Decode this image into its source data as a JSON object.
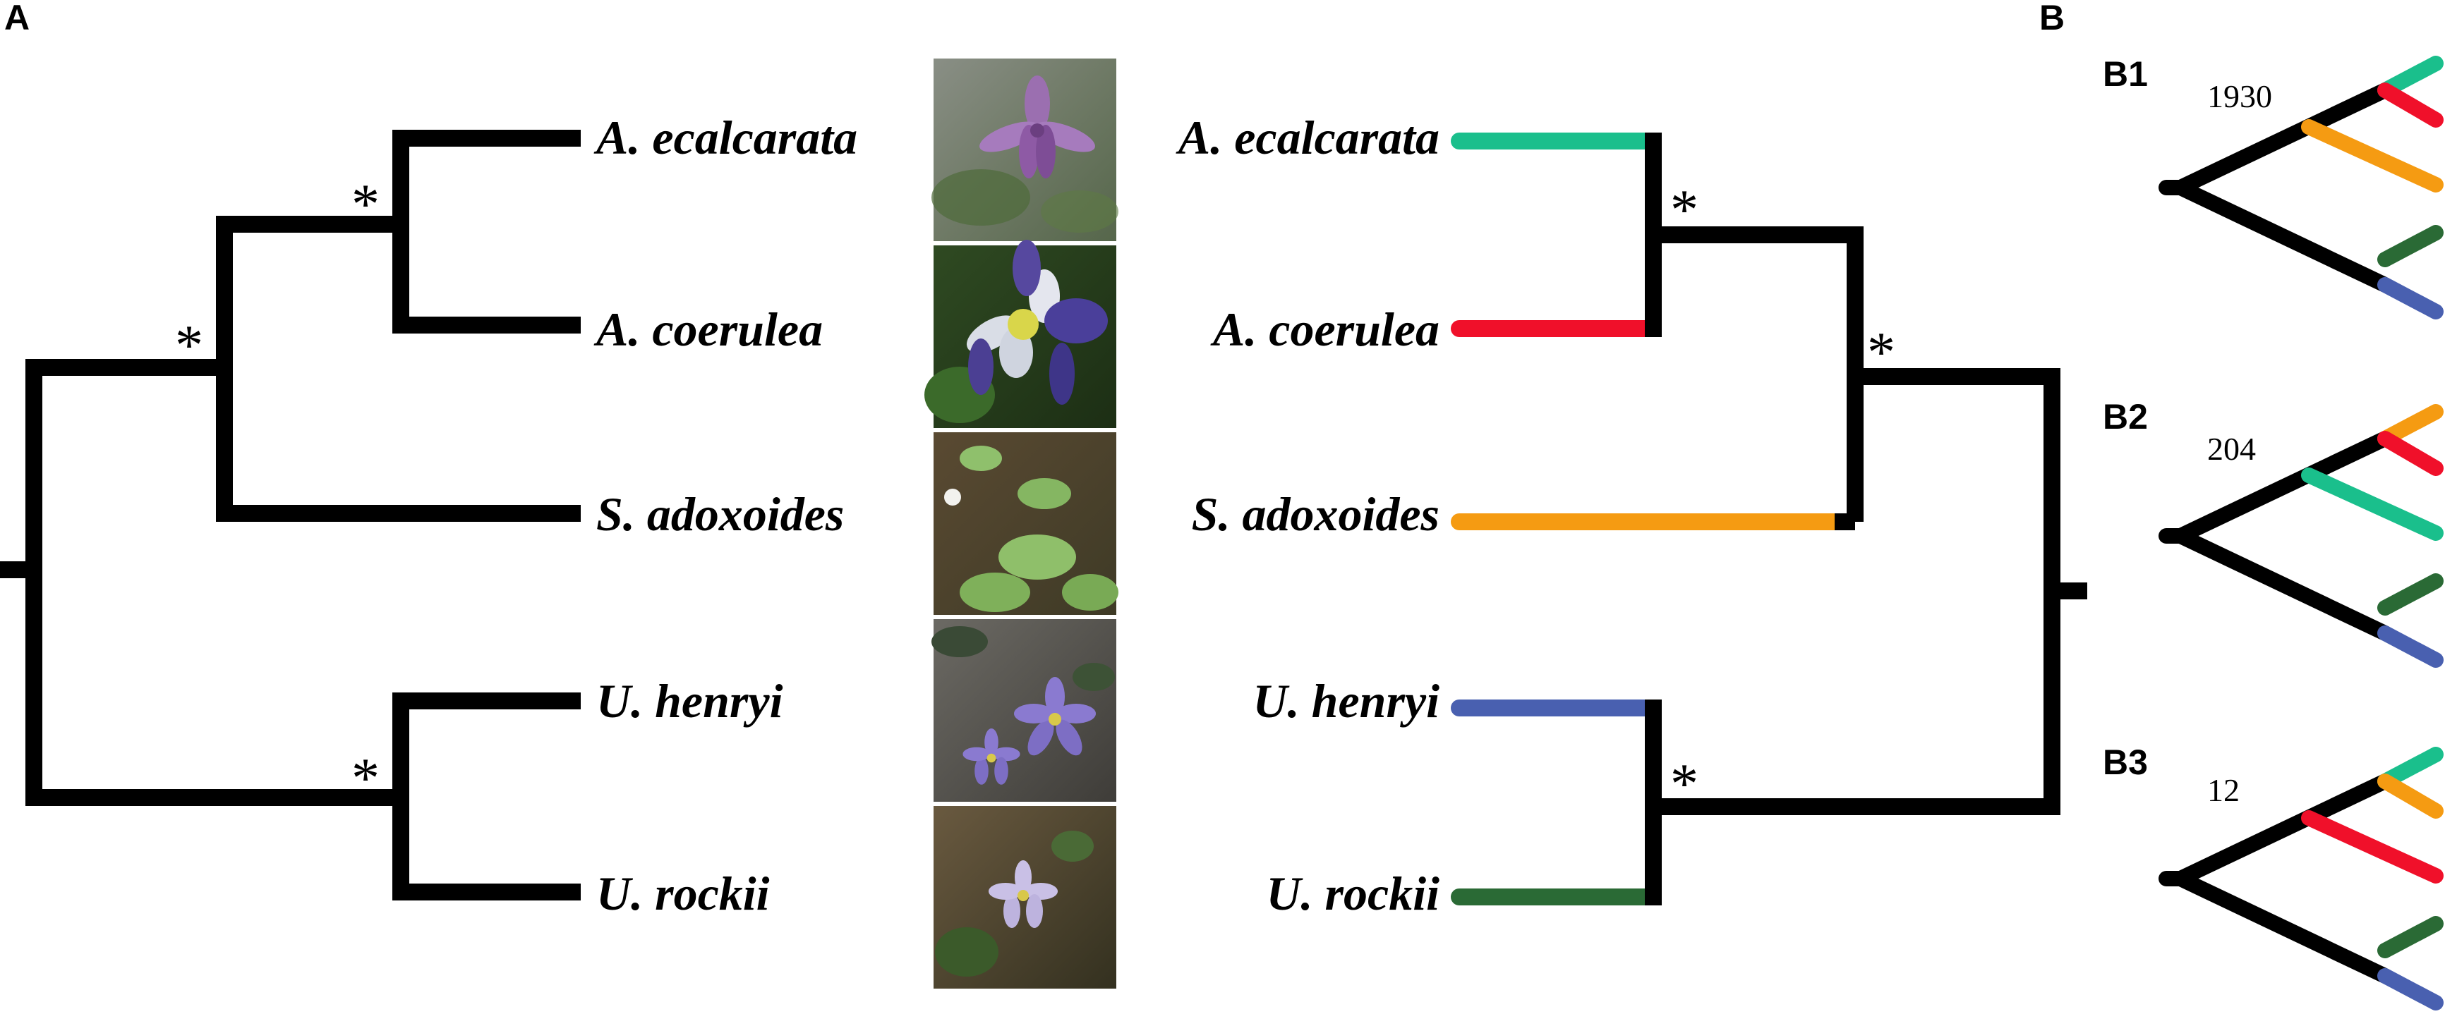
{
  "panel_labels": {
    "a": "A",
    "b": "B"
  },
  "taxa": [
    {
      "name": "A. ecalcarata",
      "color": "#1ABF8C",
      "photo": "purple-spurless-columbine"
    },
    {
      "name": "A. coerulea",
      "color": "#F0102A",
      "photo": "blue-white-columbine"
    },
    {
      "name": "S. adoxoides",
      "color": "#F59B12",
      "photo": "small-white-flower-ternate-leaves"
    },
    {
      "name": "U. henryi",
      "color": "#4960B0",
      "photo": "lilac-flowers-on-rock"
    },
    {
      "name": "U. rockii",
      "color": "#2A6A35",
      "photo": "pale-violet-flower"
    }
  ],
  "support_marker": "*",
  "topologies": [
    {
      "label": "B1",
      "count": "1930"
    },
    {
      "label": "B2",
      "count": "204"
    },
    {
      "label": "B3",
      "count": "12"
    }
  ]
}
